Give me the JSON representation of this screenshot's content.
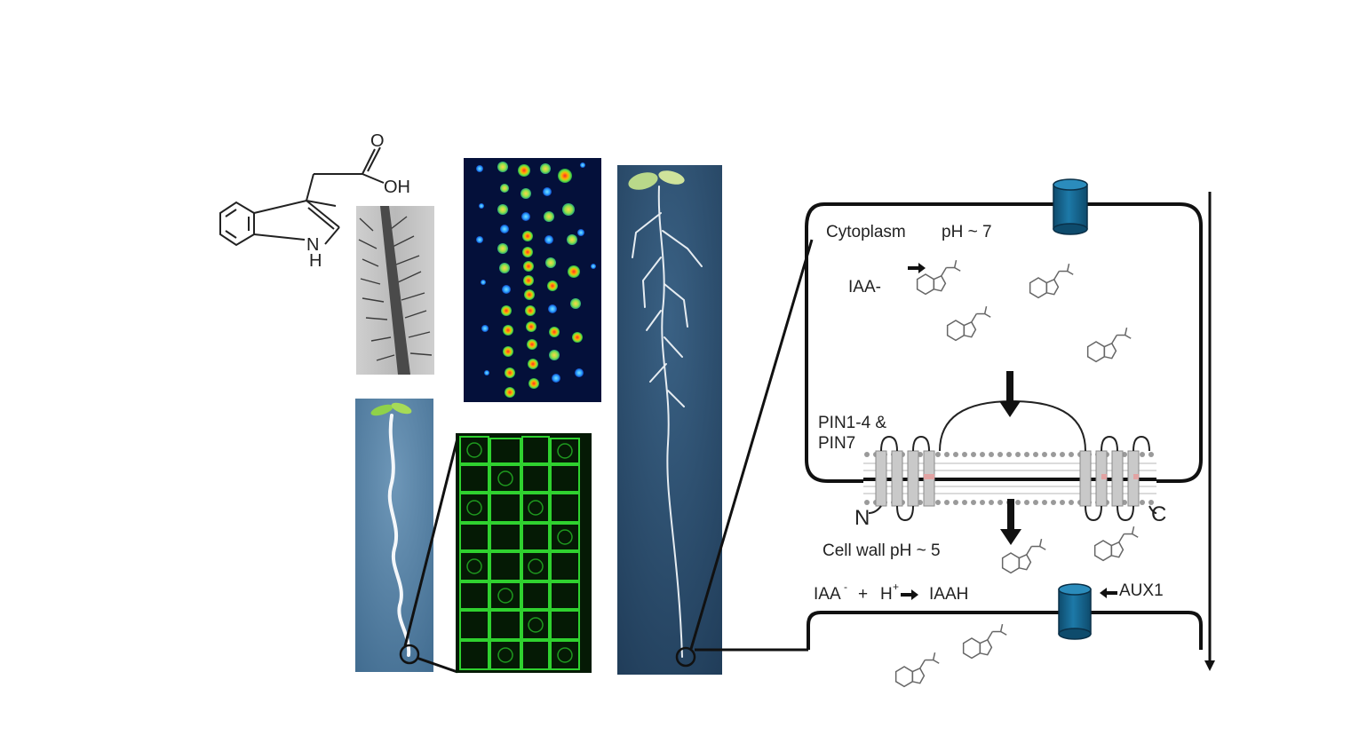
{
  "structure": {
    "carbonyl": "O",
    "hydroxyl": "OH",
    "amine": "N",
    "amine_h": "H"
  },
  "cell": {
    "cytoplasm": "Cytoplasm",
    "cytoplasm_ph": "pH ~ 7",
    "iaa_anion": "IAA-",
    "pin_line1": "PIN1-4 &",
    "pin_line2": "PIN7",
    "n_term": "N",
    "c_term": "C",
    "cell_wall": "Cell wall pH ~ 5",
    "eq_iaa": "IAA",
    "eq_minus": "-",
    "eq_plus": "+",
    "eq_h": "H",
    "eq_hplus": "+",
    "eq_iaah": "IAAH",
    "aux1": "AUX1"
  },
  "colors": {
    "transporter": "#14618a",
    "plate_blue": "#2c4f6e",
    "confocal_bg": "#051a05",
    "confocal_green": "#2fd12f",
    "heatmap_bg": "#04103a",
    "membrane": "#9a9a9a"
  }
}
